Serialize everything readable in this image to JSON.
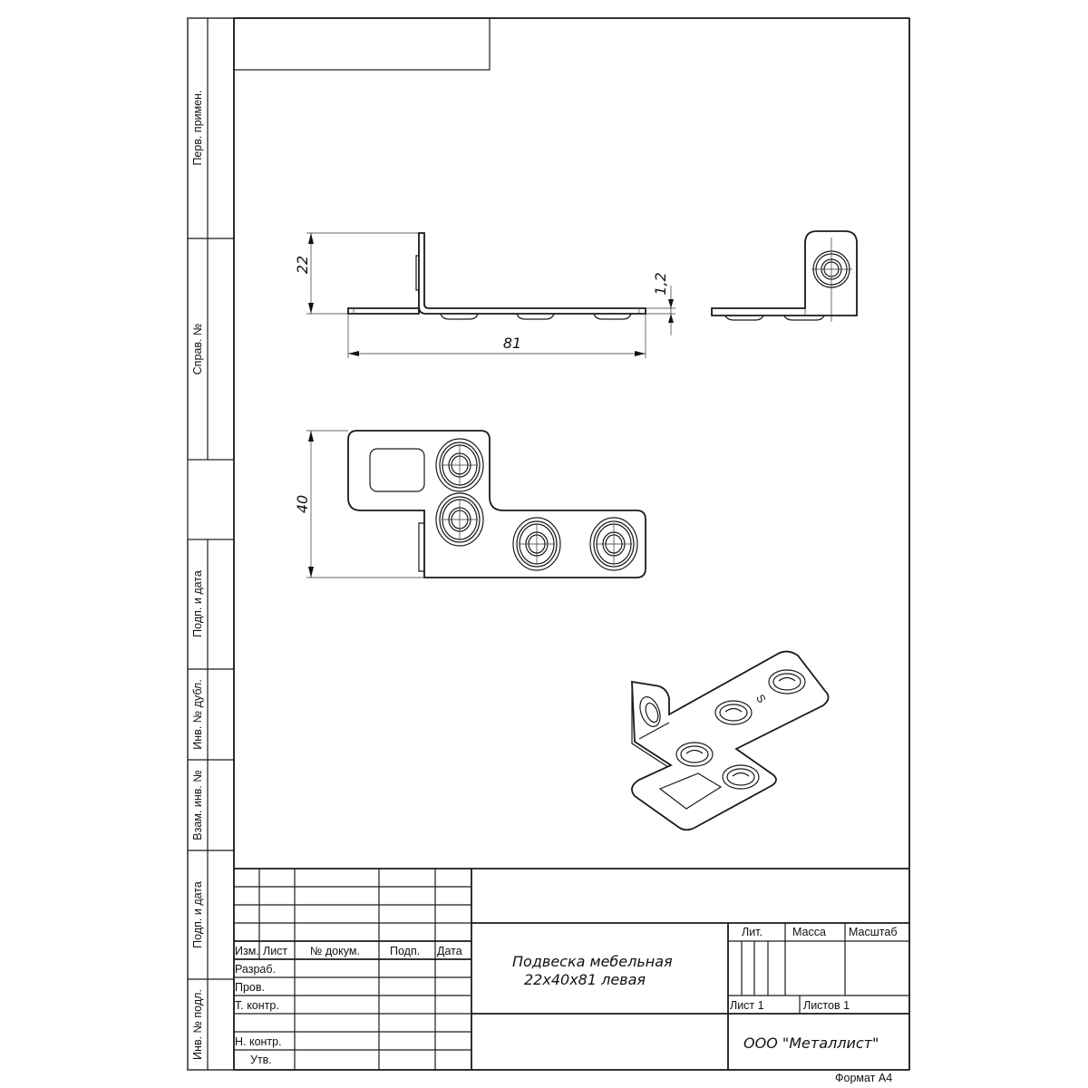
{
  "side_strip": {
    "perv_primen": "Перв. примен.",
    "sprav_no": "Справ. №",
    "podp_data_1": "Подп. и дата",
    "inv_dubl": "Инв. № дубл.",
    "vzam_inv": "Взам. инв. №",
    "podp_data_2": "Подп. и дата",
    "inv_podl": "Инв. № подл."
  },
  "dimensions": {
    "height": "22",
    "length": "81",
    "thickness": "1,2",
    "width": "40"
  },
  "iso_marking": "S",
  "title_block": {
    "headers": {
      "izm": "Изм.",
      "list": "Лист",
      "dokum": "№ докум.",
      "podp": "Подп.",
      "data": "Дата"
    },
    "roles": {
      "razrab": "Разраб.",
      "prov": "Пров.",
      "t_kontr": "Т. контр.",
      "n_kontr": "Н. контр.",
      "utv": "Утв."
    },
    "title_line1": "Подвеска мебельная",
    "title_line2": "22x40x81 левая",
    "lit": "Лит.",
    "massa": "Масса",
    "masshtab": "Масштаб",
    "sheet": "Лист 1",
    "sheets": "Листов 1",
    "company": "ООО \"Металлист\"",
    "format": "Формат А4"
  }
}
